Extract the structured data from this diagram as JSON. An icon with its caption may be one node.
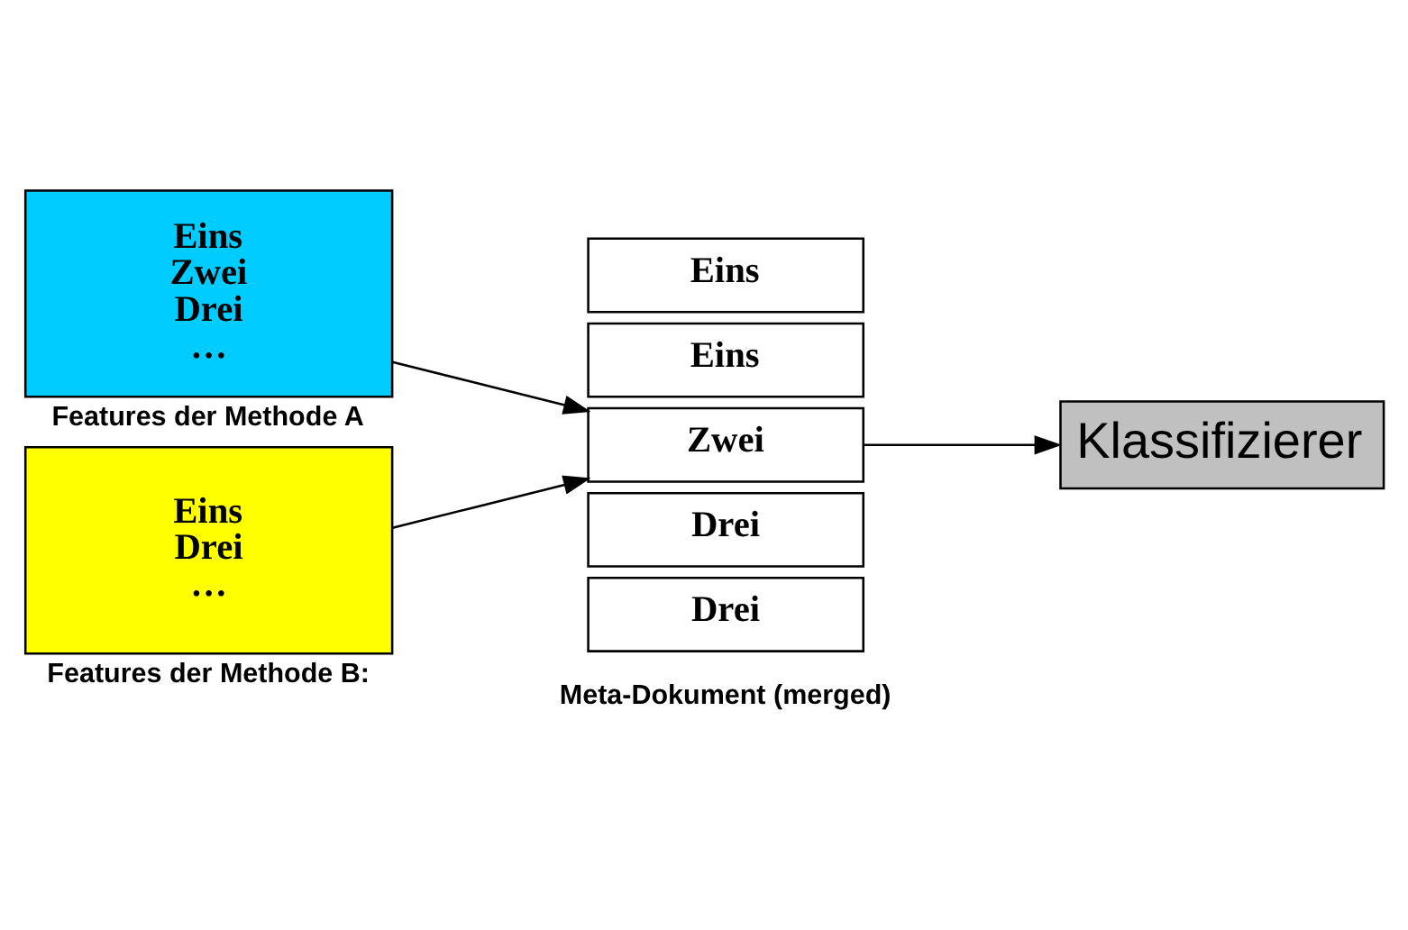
{
  "diagram": {
    "nodes": [
      {
        "text": [
          "Eins",
          "Zwei",
          "Drei",
          "…"
        ],
        "beside": [
          "Features der Methode A"
        ]
      },
      {
        "text": [
          "Eins",
          "Drei",
          "…"
        ],
        "beside": [
          "Features der Methode B:"
        ]
      },
      {
        "text": [
          "Eins"
        ]
      },
      {
        "text": [
          "Eins"
        ]
      },
      {
        "text": [
          "Zwei"
        ]
      },
      {
        "text": [
          "Drei"
        ]
      },
      {
        "text": [
          "Drei"
        ]
      },
      {
        "text": [
          "Klassifizierer"
        ]
      }
    ],
    "edges": [
      {
        "from": 0,
        "to": 4,
        "arrow": "to"
      },
      {
        "from": 1,
        "to": 4,
        "arrow": "to"
      },
      {
        "from": 4,
        "to": 7,
        "arrow": "to"
      }
    ],
    "labels": [
      "Meta-Dokument (merged)"
    ]
  }
}
